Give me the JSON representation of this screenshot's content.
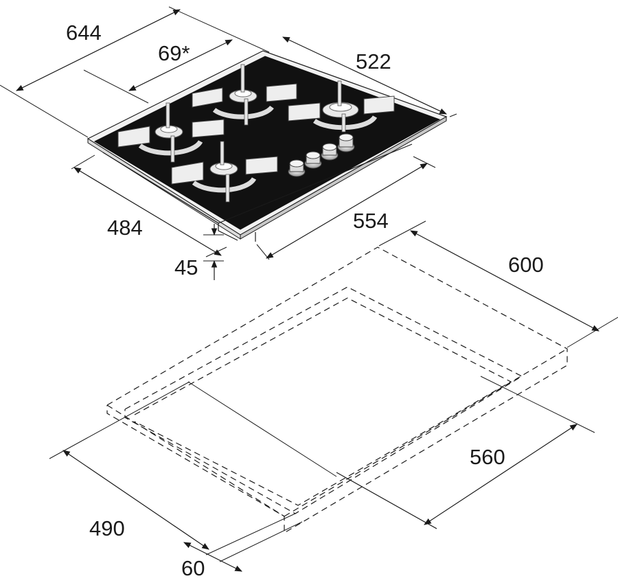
{
  "diagram": {
    "hob_dimensions": {
      "overall_depth": "644",
      "control_offset": "69*",
      "top_width": "522",
      "glass_depth": "484",
      "glass_width": "554",
      "height": "45"
    },
    "cutout_dimensions": {
      "worktop_width": "600",
      "cutout_width": "560",
      "cutout_depth": "490",
      "front_clearance": "60"
    },
    "colors": {
      "glass": "#111111",
      "line": "#1a1a1a",
      "metal": "#e8e8e8",
      "background": "#ffffff"
    }
  }
}
